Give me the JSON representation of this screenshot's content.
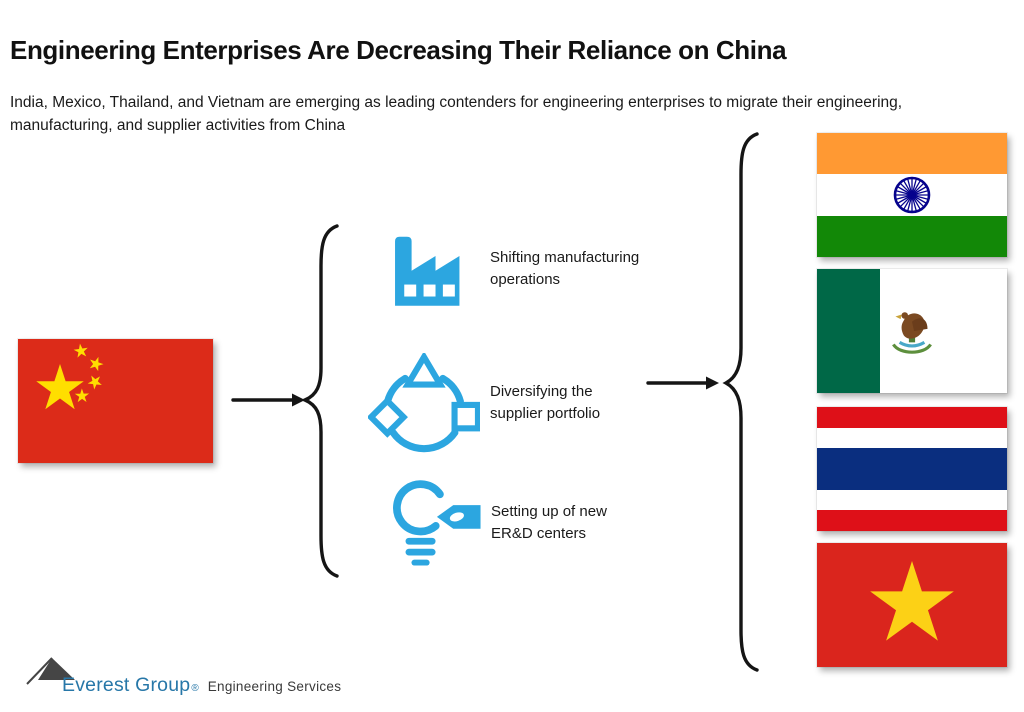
{
  "title": "Engineering Enterprises Are Decreasing Their Reliance on China",
  "subtitle": "India, Mexico, Thailand, and Vietnam are emerging as leading contenders for engineering enterprises to migrate their engineering, manufacturing, and supplier activities from China",
  "flow": {
    "origin": {
      "country": "China",
      "flag": "china-flag"
    },
    "items": [
      {
        "icon": "factory-icon",
        "label": "Shifting manufacturing operations"
      },
      {
        "icon": "supplier-cycle-icon",
        "label": "Diversifying the supplier portfolio"
      },
      {
        "icon": "lightbulb-tag-icon",
        "label": "Setting up of new ER&D centers"
      }
    ],
    "destinations": [
      {
        "country": "India",
        "flag": "india-flag"
      },
      {
        "country": "Mexico",
        "flag": "mexico-flag"
      },
      {
        "country": "Thailand",
        "flag": "thailand-flag"
      },
      {
        "country": "Vietnam",
        "flag": "vietnam-flag"
      }
    ]
  },
  "footer": {
    "brand": "Everest Group",
    "registered": "®",
    "division": "Engineering Services"
  },
  "colors": {
    "icon_blue": "#2CA6E0",
    "brand_blue": "#2777A8",
    "text": "#1a1a1a",
    "china_red": "#DC2B19",
    "star_yellow": "#FFDE00",
    "india_saffron": "#FF9933",
    "india_green": "#128807",
    "india_navy": "#06038D",
    "mexico_green": "#006847",
    "mexico_red": "#CE1126",
    "thailand_red": "#DE1018",
    "thailand_blue": "#0A2E7F",
    "vietnam_red": "#DA251D",
    "vietnam_yellow": "#FCD116"
  }
}
